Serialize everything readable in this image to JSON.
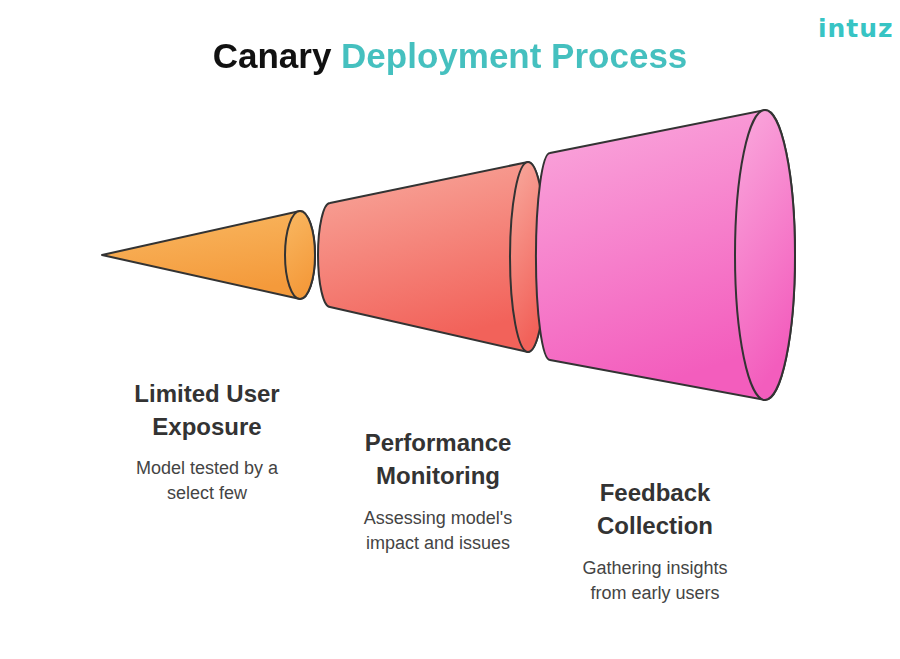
{
  "diagram": {
    "title": "Canary Deployment Process",
    "nodes": [
      {
        "text": [
          "Limited User Exposure",
          "Model tested by a select few"
        ]
      },
      {
        "text": [
          "Performance Monitoring",
          "Assessing model's impact and issues"
        ]
      },
      {
        "text": [
          "Feedback Collection",
          "Gathering insights from early users"
        ]
      }
    ],
    "labels": [
      "intuz"
    ]
  }
}
